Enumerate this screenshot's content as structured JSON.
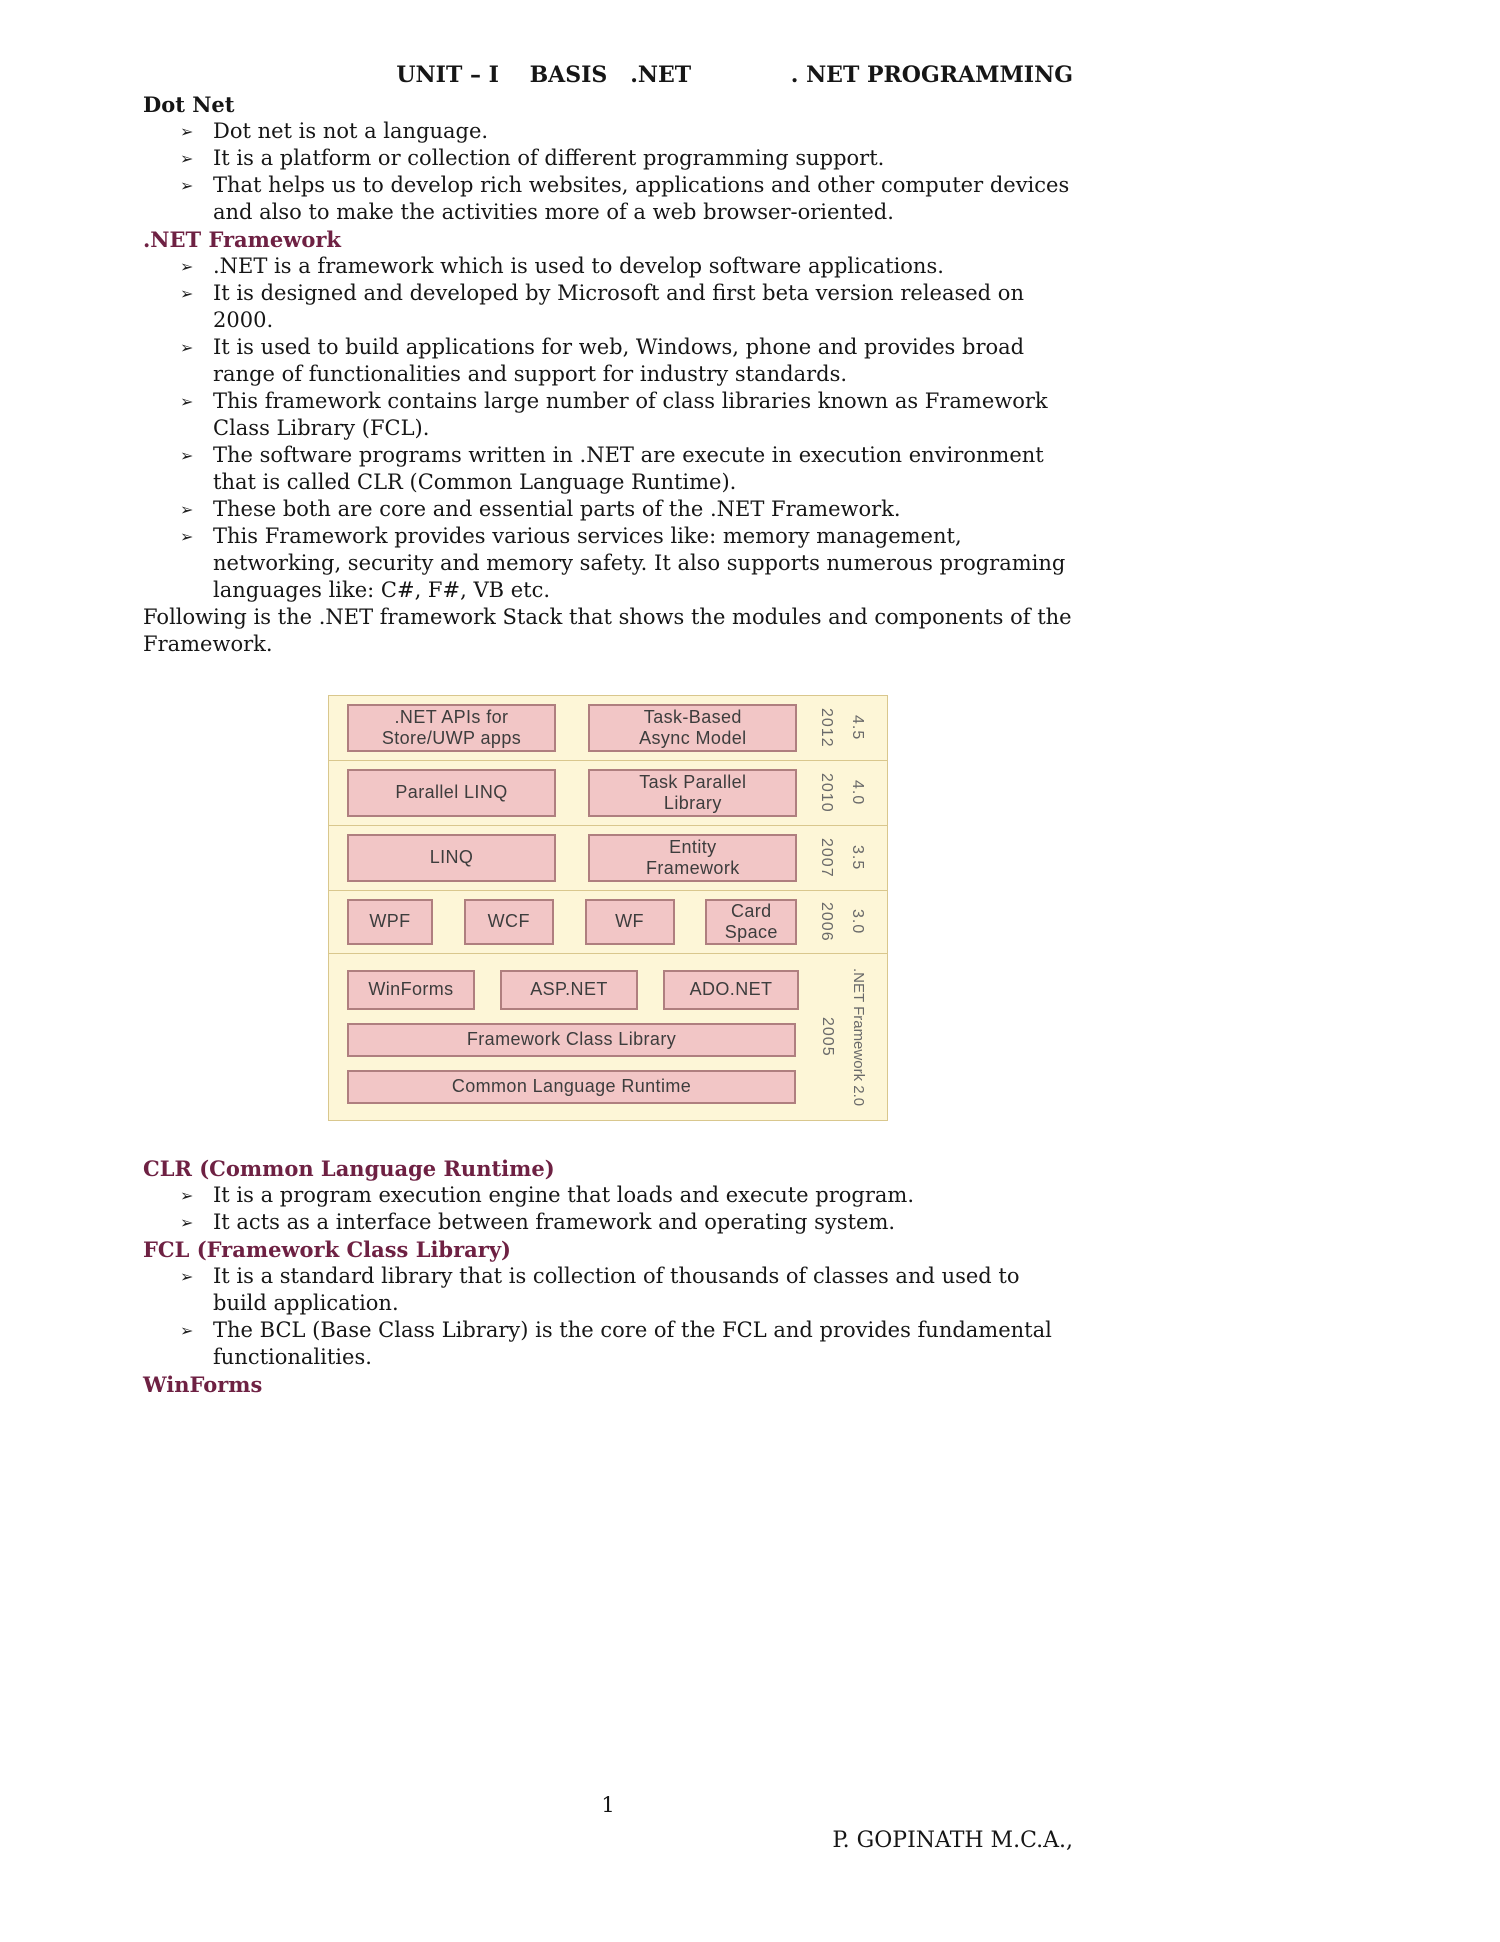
{
  "glyphs": {
    "bullet": "➢"
  },
  "colors": {
    "heading_maroon": "#6e2143",
    "diagram_band_bg": "#fdf6d7",
    "diagram_band_border": "#d9c78d",
    "diagram_box_bg": "#f2c6c6",
    "diagram_box_border": "#af7f7f"
  },
  "header": {
    "title": "UNIT – I    BASIS   .NET             . NET PROGRAMMING"
  },
  "dot_net": {
    "heading": "Dot Net",
    "items": [
      "Dot net is not a language.",
      "It is a platform or collection of different programming support.",
      "That helps us to develop rich websites, applications and other computer devices and also to make the activities more of a web browser-oriented."
    ]
  },
  "net_framework": {
    "heading": ".NET Framework",
    "items": [
      ".NET is a framework which is used to develop software applications.",
      "It is designed and developed by Microsoft and first beta version released on 2000.",
      "It is used to build applications for web, Windows, phone and provides broad range of functionalities and support for industry standards.",
      "This framework contains large number of class libraries known as Framework Class Library (FCL).",
      "The software programs written in .NET are execute in execution environment that is called CLR (Common Language Runtime).",
      "These both are core and essential parts of the .NET Framework.",
      "This Framework provides various services like: memory management, networking, security and memory safety. It also supports numerous programing languages like: C#, F#, VB etc."
    ]
  },
  "following_text": "Following is the .NET framework Stack that shows the modules and components of the Framework.",
  "diagram": {
    "bands": [
      {
        "year": "2012",
        "version": "4.5",
        "box1": ".NET APIs for\nStore/UWP apps",
        "box2": "Task-Based\nAsync Model"
      },
      {
        "year": "2010",
        "version": "4.0",
        "box1": "Parallel LINQ",
        "box2": "Task Parallel\nLibrary"
      },
      {
        "year": "2007",
        "version": "3.5",
        "box1": "LINQ",
        "box2": "Entity\nFramework"
      },
      {
        "year": "2006",
        "version": "3.0",
        "boxes": [
          "WPF",
          "WCF",
          "WF",
          "Card\nSpace"
        ]
      },
      {
        "year": "2005",
        "version": ".NET Framework 2.0",
        "row1": [
          "WinForms",
          "ASP.NET",
          "ADO.NET"
        ],
        "row2": "Framework Class Library",
        "row3": "Common Language Runtime"
      }
    ]
  },
  "clr": {
    "heading": "CLR (Common Language Runtime)",
    "items": [
      "It is a program execution engine that loads and execute program.",
      "It acts as a interface between framework and operating system."
    ]
  },
  "fcl": {
    "heading": "FCL (Framework Class Library)",
    "items": [
      "It is a standard library that is collection of thousands of classes and used to build application.",
      "The BCL (Base Class Library) is the core of the FCL and provides fundamental functionalities."
    ]
  },
  "winforms": {
    "heading": "WinForms"
  },
  "footer": {
    "page_number": "1",
    "author": "P. GOPINATH M.C.A.,"
  }
}
